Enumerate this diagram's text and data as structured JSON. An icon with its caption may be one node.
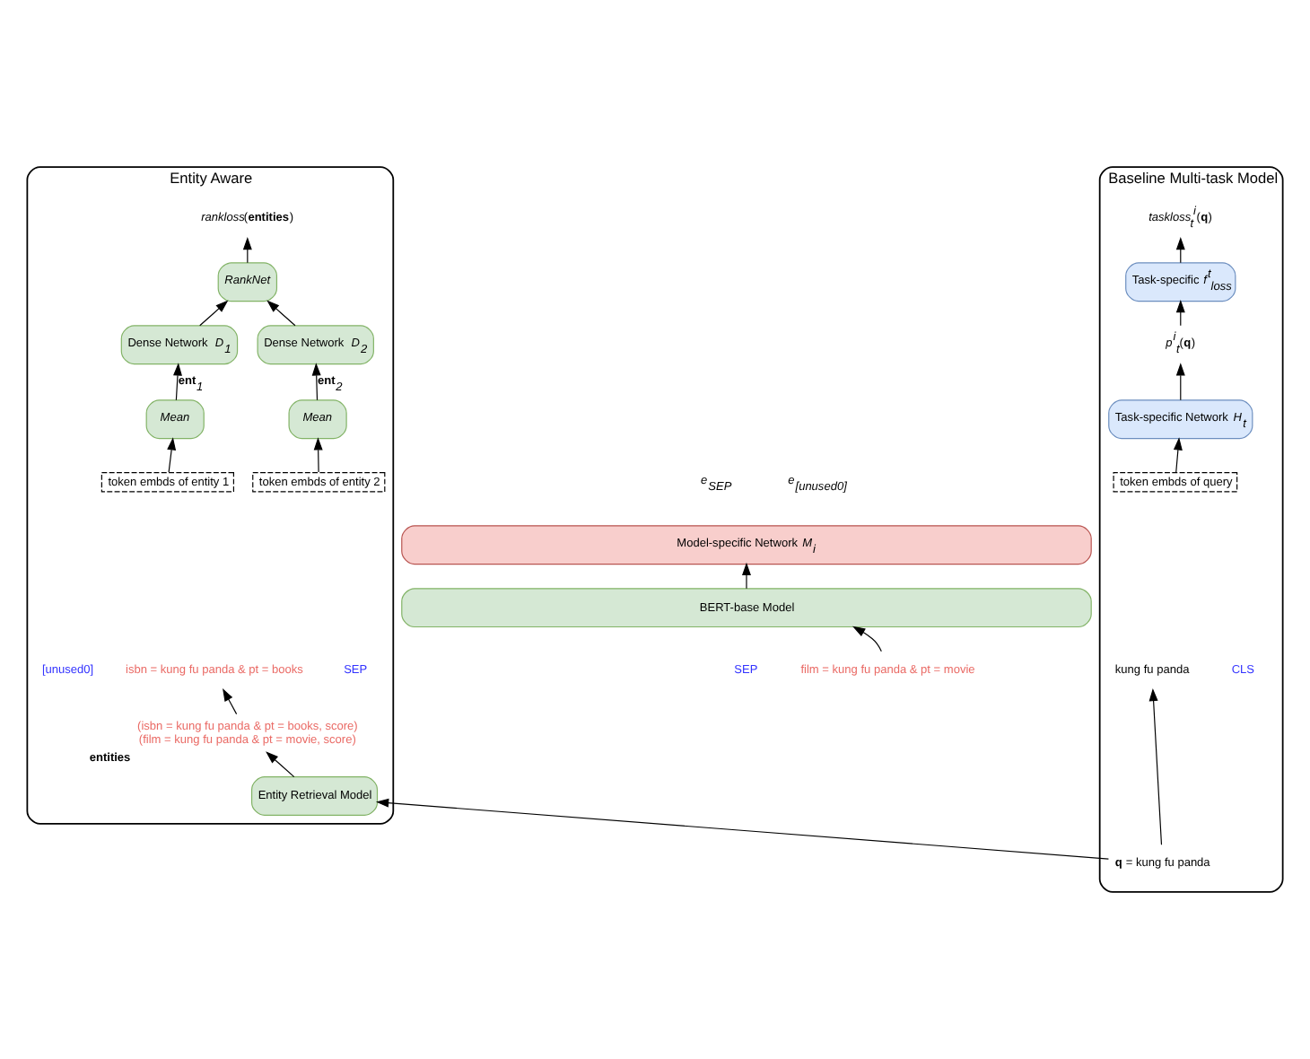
{
  "diagram": {
    "nodes": [
      {
        "text": [
          "Baseline Multi-task Model"
        ]
      },
      {
        "text": [
          "*taskloss*$_{t}$$^{i}$(**q**)"
        ],
        "in": 0
      },
      {
        "text": [
          "Task-specific *f*$^{t}$$_{loss}$"
        ],
        "in": 0
      },
      {
        "text": [
          "*p*$^{i}$$_{t}$(**q**)"
        ],
        "in": 0
      },
      {
        "text": [
          "Task-specific Network *H*$_{t}$"
        ],
        "in": 0
      },
      {
        "text": [
          "token embds of query"
        ],
        "in": 0
      },
      {
        "text": [
          "Entity Aware"
        ]
      },
      {
        "text": [
          "*rankloss*(**entities**)"
        ],
        "in": 6
      },
      {
        "text": [
          "*RankNet*"
        ],
        "in": 6
      },
      {
        "text": [
          "Dense Network *D*$_{1}$"
        ],
        "in": 6
      },
      {
        "text": [
          "Dense Network *D*$_{2}$"
        ],
        "in": 6
      },
      {
        "text": [
          "*Mean*"
        ],
        "in": 6
      },
      {
        "text": [
          "*Mean*"
        ],
        "in": 6
      },
      {
        "text": [
          "token embds of entity 1"
        ],
        "in": 6
      },
      {
        "text": [
          "token embds of entity 2"
        ],
        "in": 6
      },
      {
        "text": [
          "Model-specific Network *M*$_{i}$"
        ]
      },
      {
        "text": [
          "BERT-base Model"
        ]
      },
      {
        "text": [
          "CLS"
        ],
        "in": 0
      },
      {
        "text": [
          "kung fu panda"
        ],
        "in": 0
      },
      {
        "text": [
          "SEP"
        ]
      },
      {
        "text": [
          "film = kung fu panda & pt = movie"
        ]
      },
      {
        "text": [
          "[unused0]"
        ],
        "in": 6
      },
      {
        "text": [
          "isbn = kung fu panda & pt = books"
        ],
        "in": 6
      },
      {
        "text": [
          "SEP"
        ],
        "in": 6
      },
      {
        "text": [
          "(isbn = kung fu panda & pt = books, score)",
          "(film = kung fu panda & pt = movie, score)"
        ],
        "beside": [
          "**entities**"
        ],
        "in": 6
      },
      {
        "text": [
          "**q** = kung fu panda"
        ],
        "in": 0
      },
      {
        "text": [
          "Entity Retrieval Model"
        ],
        "in": 6
      }
    ],
    "edges": [
      {
        "from": 2,
        "to": 1,
        "arrow": "to"
      },
      {
        "from": 3,
        "to": 2,
        "arrow": "to"
      },
      {
        "from": 4,
        "to": 3,
        "arrow": "to"
      },
      {
        "from": 5,
        "to": 4,
        "arrow": "to"
      },
      {
        "from": 8,
        "to": 7,
        "arrow": "to"
      },
      {
        "from": 9,
        "to": 8,
        "arrow": "to"
      },
      {
        "from": 10,
        "to": 8,
        "arrow": "to"
      },
      {
        "from": 11,
        "to": 9,
        "arrow": "to",
        "label": "**ent**$_{1}$"
      },
      {
        "from": 12,
        "to": 10,
        "arrow": "to",
        "label": "**ent**$_{2}$"
      },
      {
        "from": 13,
        "to": 11,
        "arrow": "to"
      },
      {
        "from": 14,
        "to": 12,
        "arrow": "to"
      },
      {
        "from": 16,
        "to": 15,
        "arrow": "to"
      },
      {
        "from": 20,
        "to": 16,
        "arrow": "to"
      },
      {
        "from": 25,
        "to": 18,
        "arrow": "to"
      },
      {
        "from": 25,
        "to": 26,
        "arrow": "to"
      },
      {
        "from": 26,
        "to": 24,
        "arrow": "to"
      },
      {
        "from": 24,
        "to": 22,
        "arrow": "to"
      }
    ],
    "labels": [
      "*e*$_{SEP}$",
      "*e*$_{[unused0]}$"
    ]
  }
}
